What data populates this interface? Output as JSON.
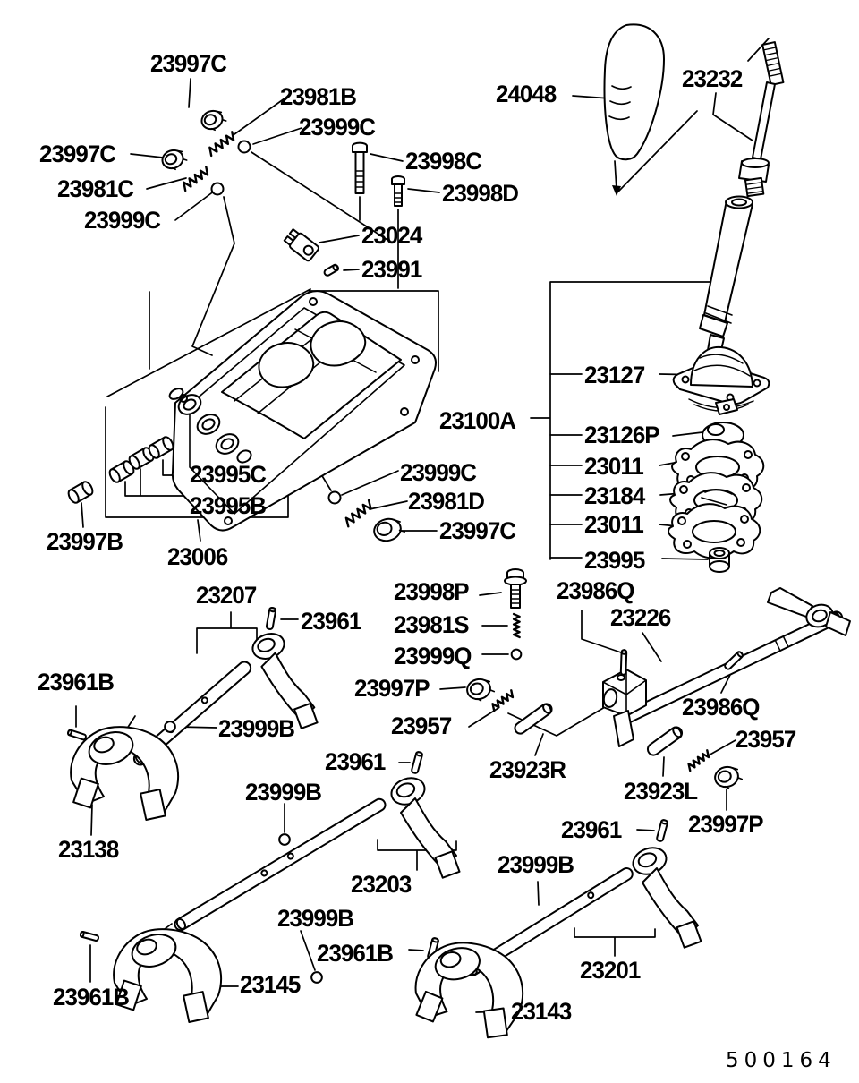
{
  "diagram": {
    "description": "Gearshift control parts exploded diagram",
    "drawing_number": "500164",
    "part_labels": [
      "23997C",
      "23981B",
      "23999C",
      "23997C",
      "23981C",
      "23999C",
      "23998C",
      "23998D",
      "23024",
      "23991",
      "24048",
      "23232",
      "23127",
      "23100A",
      "23126P",
      "23011",
      "23184",
      "23011",
      "23995",
      "23995C",
      "23995B",
      "23997B",
      "23006",
      "23999C",
      "23981D",
      "23997C",
      "23207",
      "23961",
      "23998P",
      "23981S",
      "23999Q",
      "23986Q",
      "23226",
      "23997P",
      "23957",
      "23961B",
      "23999B",
      "23961",
      "23999B",
      "23923R",
      "23986Q",
      "23957",
      "23923L",
      "23961",
      "23997P",
      "23138",
      "23203",
      "23999B",
      "23961B",
      "23999B",
      "23961B",
      "23145",
      "23201",
      "23143"
    ]
  }
}
